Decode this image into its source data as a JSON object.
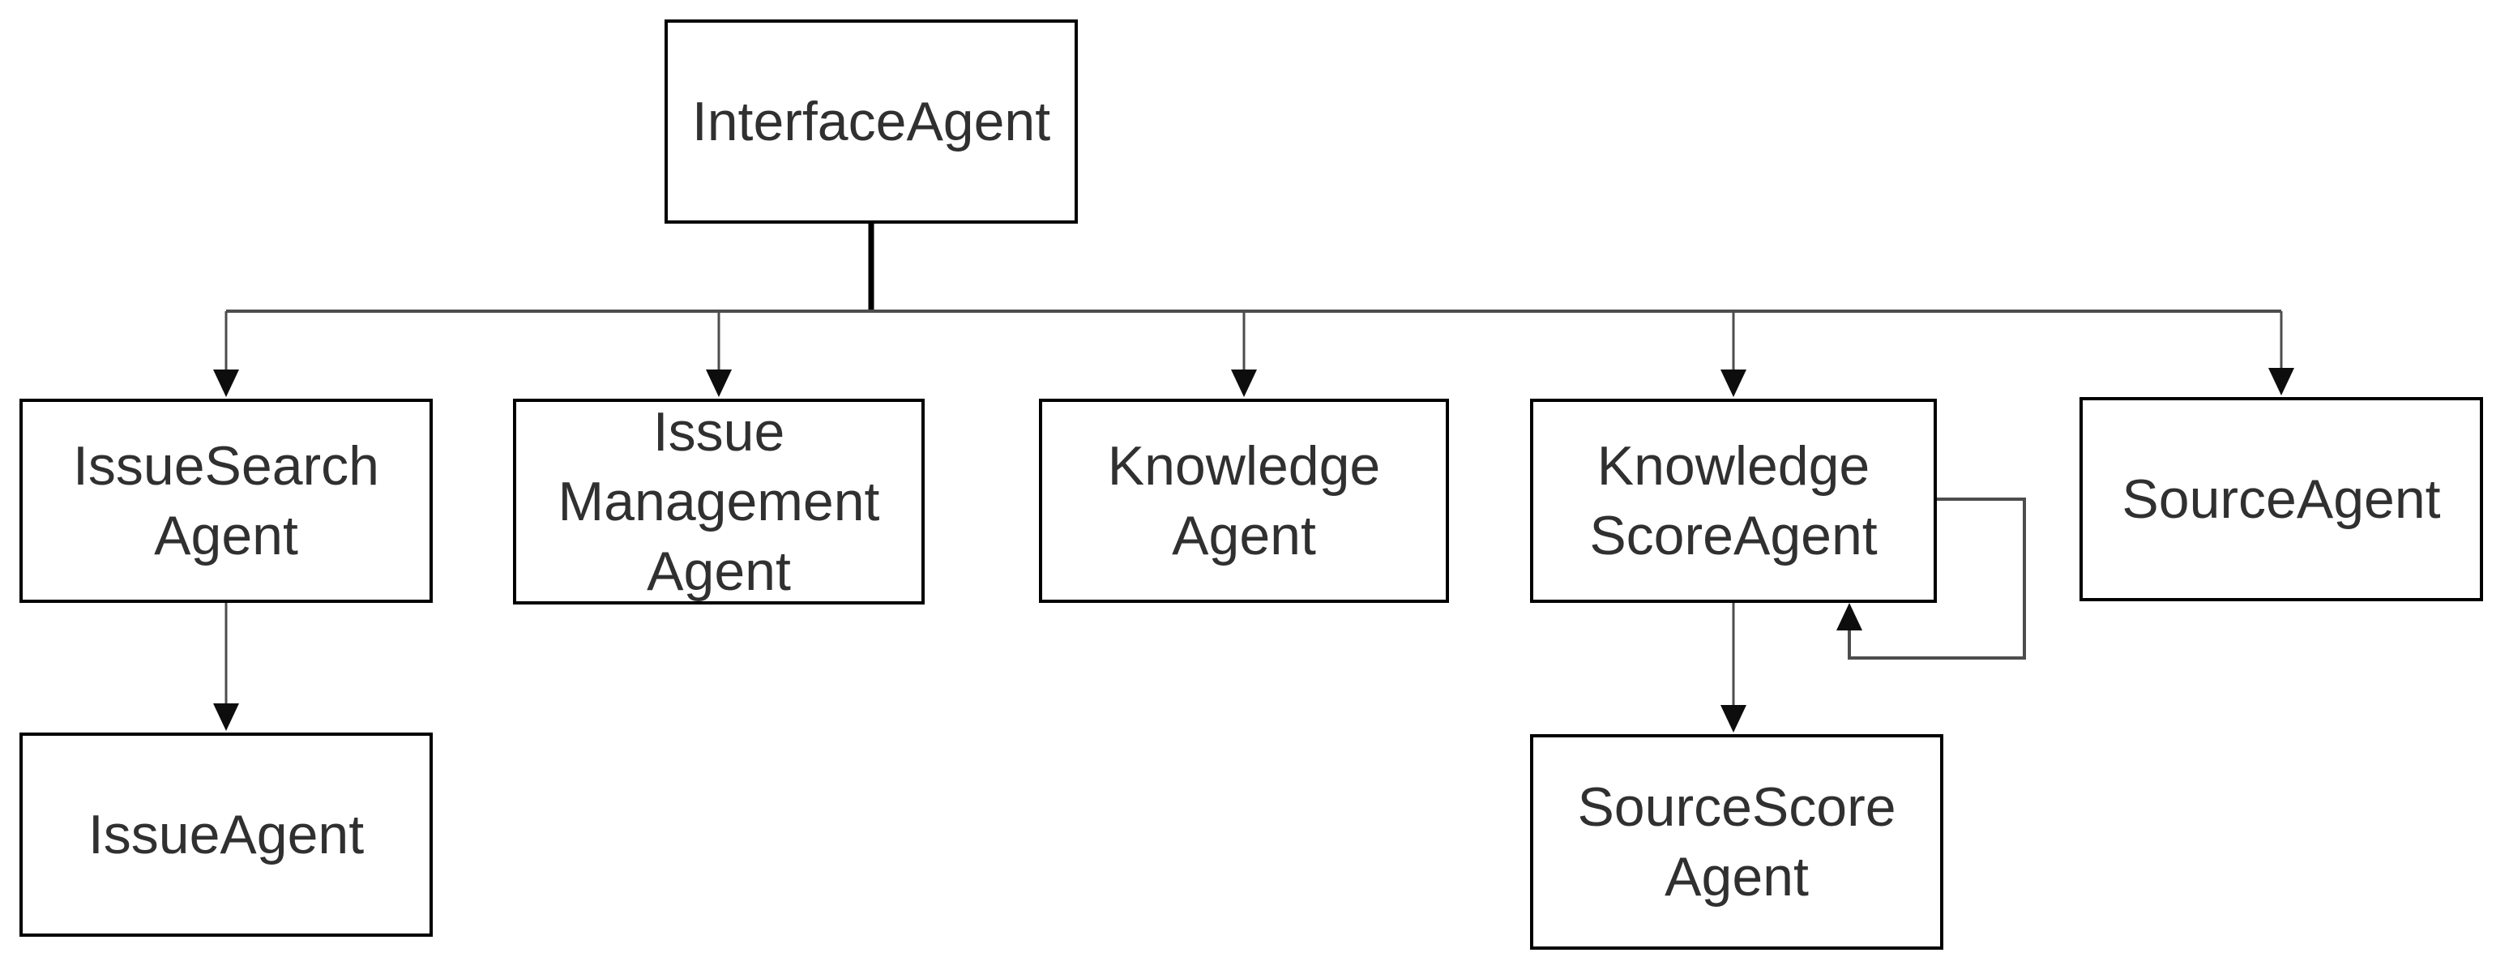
{
  "diagram": {
    "title": "Agent hierarchy diagram",
    "colors": {
      "box_border": "#000000",
      "box_fill": "#ffffff",
      "text": "#303030",
      "connector": "#4d4d4d",
      "trunk": "#000000",
      "arrowhead": "#0d0d0d"
    },
    "nodes": {
      "interface_agent": {
        "lines": [
          "InterfaceAgent"
        ]
      },
      "issue_search_agent": {
        "lines": [
          "IssueSearch",
          "Agent"
        ]
      },
      "issue_management_agent": {
        "lines": [
          "Issue",
          "Management",
          "Agent"
        ]
      },
      "knowledge_agent": {
        "lines": [
          "Knowledge",
          "Agent"
        ]
      },
      "knowledge_score_agent": {
        "lines": [
          "Knowledge",
          "ScoreAgent"
        ]
      },
      "source_agent": {
        "lines": [
          "SourceAgent"
        ]
      },
      "issue_agent": {
        "lines": [
          "IssueAgent"
        ]
      },
      "source_score_agent": {
        "lines": [
          "SourceScore",
          "Agent"
        ]
      }
    },
    "edges": [
      {
        "from": "InterfaceAgent",
        "to": "IssueSearchAgent",
        "type": "arrow"
      },
      {
        "from": "InterfaceAgent",
        "to": "IssueManagementAgent",
        "type": "arrow"
      },
      {
        "from": "InterfaceAgent",
        "to": "KnowledgeAgent",
        "type": "arrow"
      },
      {
        "from": "InterfaceAgent",
        "to": "KnowledgeScoreAgent",
        "type": "arrow"
      },
      {
        "from": "InterfaceAgent",
        "to": "SourceAgent",
        "type": "arrow"
      },
      {
        "from": "IssueSearchAgent",
        "to": "IssueAgent",
        "type": "arrow"
      },
      {
        "from": "KnowledgeScoreAgent",
        "to": "SourceScoreAgent",
        "type": "arrow"
      },
      {
        "from": "KnowledgeScoreAgent",
        "to": "KnowledgeScoreAgent",
        "type": "self-loop"
      }
    ]
  }
}
